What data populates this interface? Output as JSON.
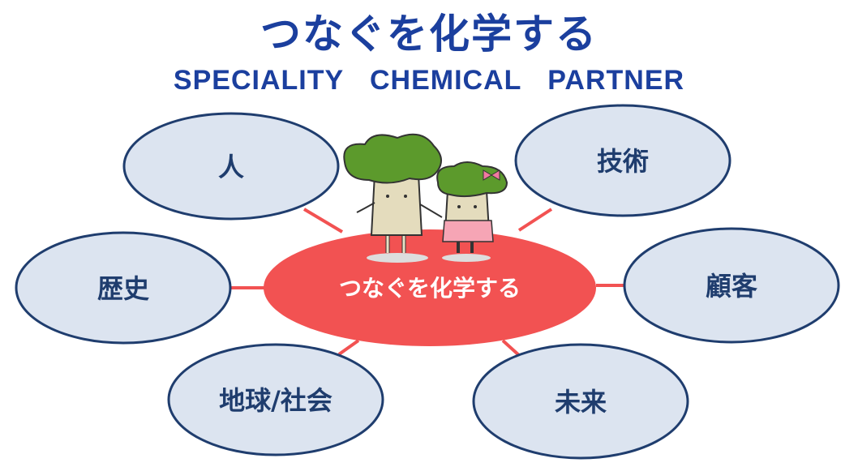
{
  "title": "つなぐを化学する",
  "subtitle": "SPECIALITY CHEMICAL PARTNER",
  "center": {
    "label": "つなぐを化学する"
  },
  "nodes": [
    {
      "label": "人"
    },
    {
      "label": "技術"
    },
    {
      "label": "歴史"
    },
    {
      "label": "顧客"
    },
    {
      "label": "地球/社会"
    },
    {
      "label": "未来"
    }
  ],
  "colors": {
    "title": "#1b3f9e",
    "node_fill": "#dce4f0",
    "node_stroke": "#1f3d6e",
    "center": "#f25252",
    "connector": "#f25252"
  }
}
